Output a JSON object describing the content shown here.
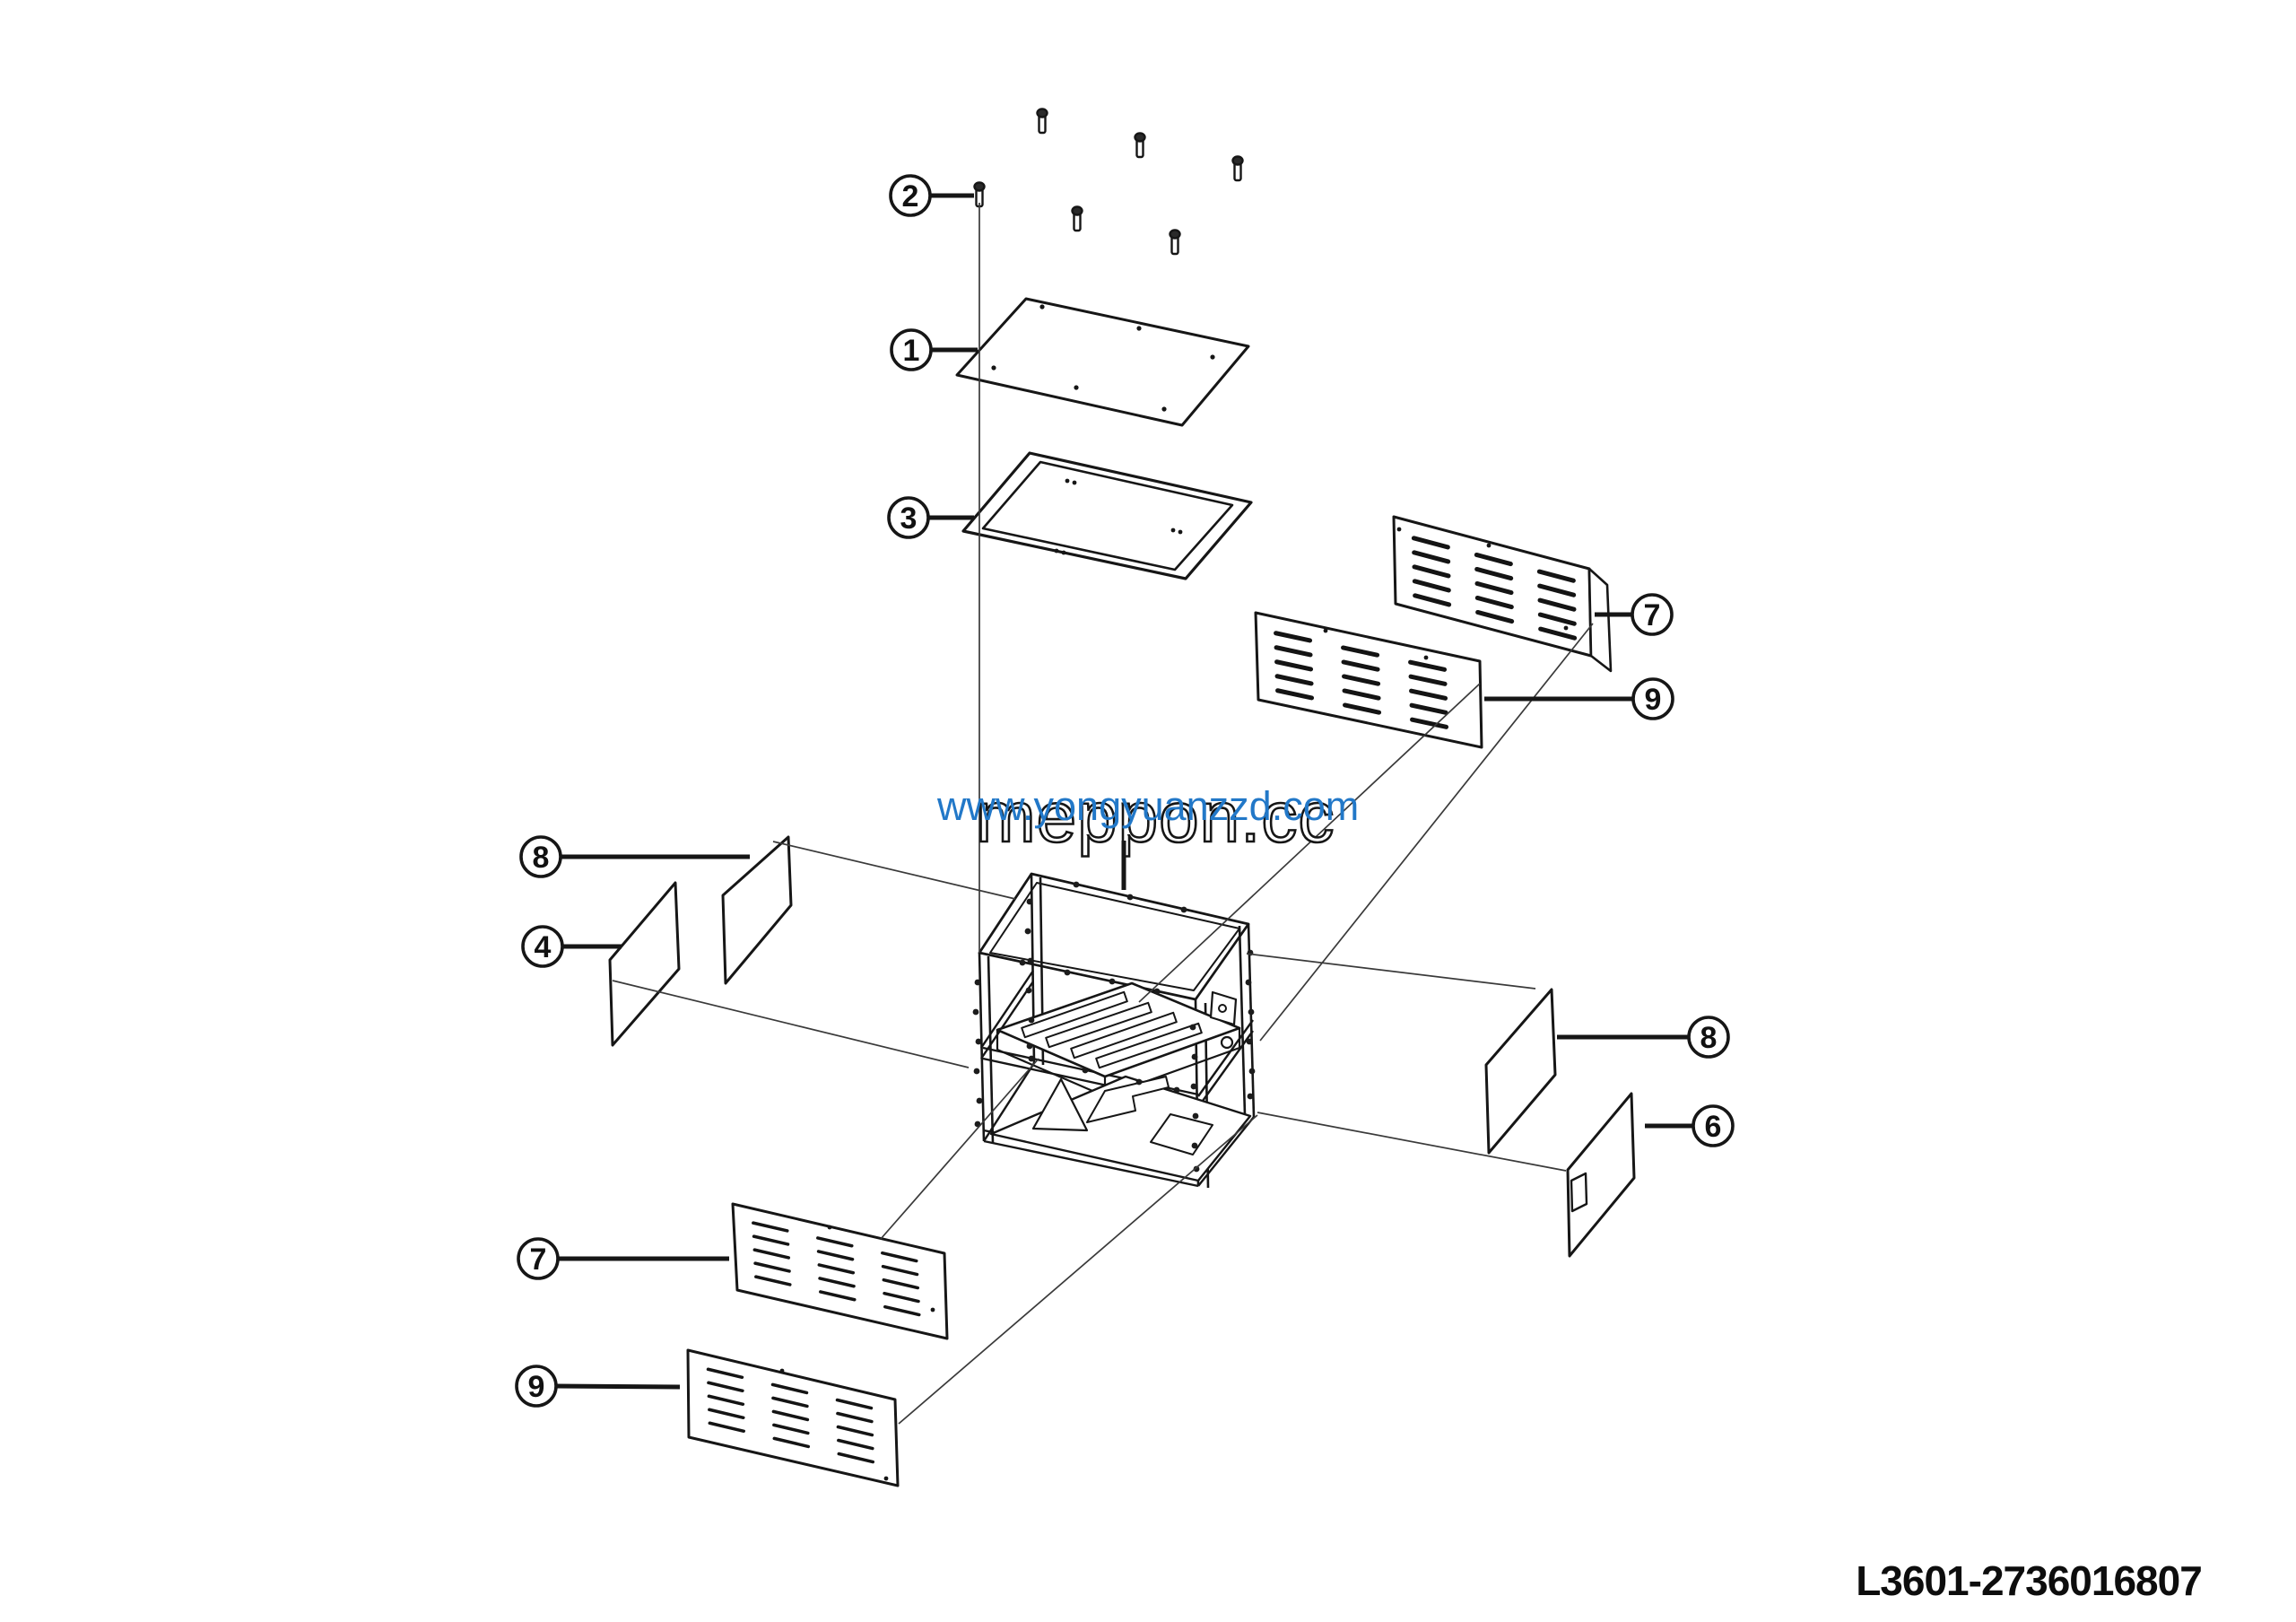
{
  "figure": {
    "type": "exploded-parts-diagram",
    "drawing_number": "L3601-2736016807",
    "watermark_blue": "www.yongyuanzzd.com",
    "watermark_outline": "meppon.cc",
    "colors": {
      "line": "#161616",
      "watermark_blue": "#2278C8",
      "background": "#ffffff"
    },
    "screw_count": 6
  },
  "callouts": [
    {
      "label": "2"
    },
    {
      "label": "1"
    },
    {
      "label": "3"
    },
    {
      "label": "7"
    },
    {
      "label": "9"
    },
    {
      "label": "8"
    },
    {
      "label": "4"
    },
    {
      "label": "8"
    },
    {
      "label": "6"
    },
    {
      "label": "7"
    },
    {
      "label": "9"
    }
  ]
}
